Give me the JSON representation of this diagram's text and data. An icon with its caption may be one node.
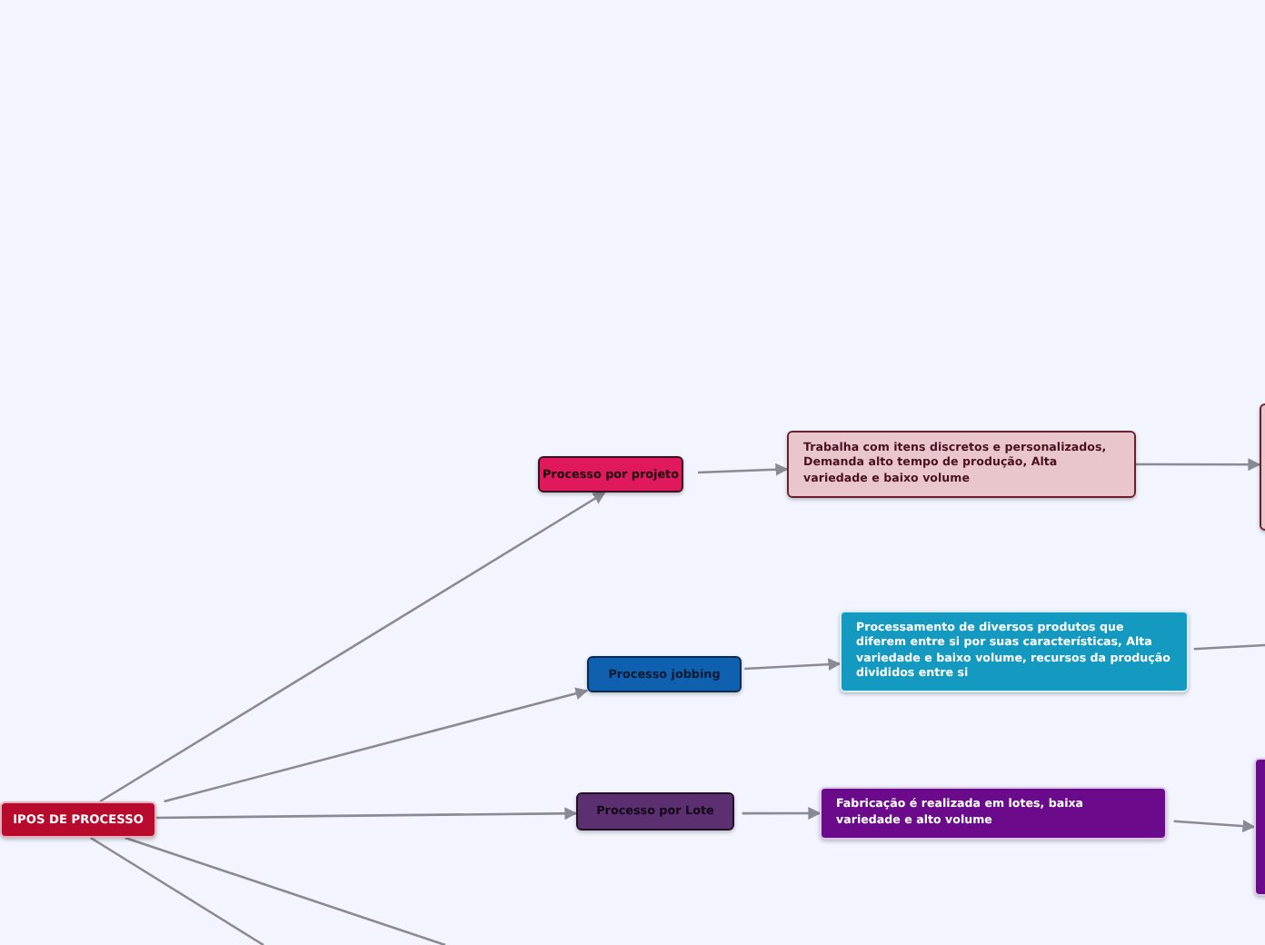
{
  "diagram": {
    "nodes": [
      {
        "text": [
          "IPOS DE PROCESSO"
        ]
      },
      {
        "text": [
          "Processo por projeto"
        ]
      },
      {
        "text": [
          "Trabalha com itens discretos e personalizados, Demanda alto tempo de produção, Alta variedade e baixo volume"
        ]
      },
      {
        "text": [
          "Processo jobbing"
        ]
      },
      {
        "text": [
          "Processamento de diversos produtos que diferem entre si por suas características, Alta variedade e baixo volume, recursos da produção divididos entre si"
        ]
      },
      {
        "text": [
          "Processo por Lote"
        ]
      },
      {
        "text": [
          "Fabricação é realizada em lotes, baixa variedade e alto volume"
        ]
      },
      {
        "text": [],
        "shape": "box"
      },
      {
        "text": [],
        "shape": "box"
      }
    ],
    "edges": [
      {
        "from": 0,
        "to": 1,
        "arrow": "to"
      },
      {
        "from": 0,
        "to": 3,
        "arrow": "to"
      },
      {
        "from": 0,
        "to": 5,
        "arrow": "to"
      },
      {
        "from": 0,
        "to": null,
        "arrow": "none"
      },
      {
        "from": 0,
        "to": null,
        "arrow": "none"
      },
      {
        "from": 1,
        "to": 2,
        "arrow": "to"
      },
      {
        "from": 3,
        "to": 4,
        "arrow": "to"
      },
      {
        "from": 5,
        "to": 6,
        "arrow": "to"
      },
      {
        "from": 2,
        "to": 7,
        "arrow": "to"
      },
      {
        "from": 4,
        "to": null,
        "arrow": "none"
      },
      {
        "from": 6,
        "to": 8,
        "arrow": "to"
      }
    ]
  }
}
